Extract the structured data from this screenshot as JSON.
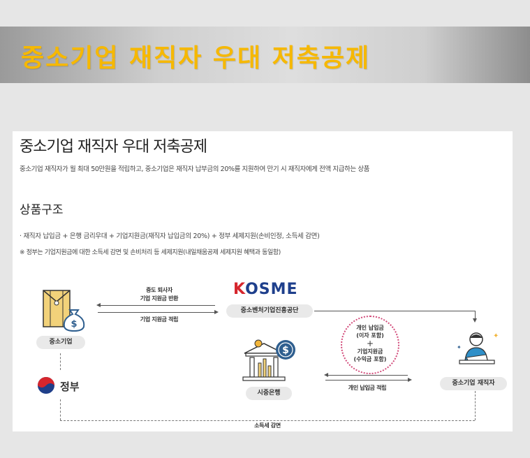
{
  "banner": {
    "title": "중소기업 재직자 우대 저축공제"
  },
  "doc": {
    "title": "중소기업 재직자 우대 저축공제",
    "description": "중소기업 재직자가 월 최대 50만원을 적립하고, 중소기업은 재직자 납부금의 20%를 지원하여 만기 시 재직자에게 전액 지급하는 상품",
    "section_title": "상품구조",
    "bullet": "· 재직자 납입금 + 은행 금리우대 + 기업지원금(재직자 납입금의 20%) + 정부 세제지원(손비인정, 소득세 감면)",
    "note": "※ 정부는 기업지원금에 대한 소득세 감면 및 손비처리 등 세제지원(내일채움공제 세제지원 혜택과 동일함)"
  },
  "diagram": {
    "company_label": "중소기업",
    "government_label": "정부",
    "kosme_logo": "KOSME",
    "kosme_label": "중소벤처기업진흥공단",
    "bank_label": "시중은행",
    "employee_label": "중소기업 재직자",
    "arrow_top_line1": "중도 퇴사자",
    "arrow_top_line2": "기업 지원금 반환",
    "arrow_bottom": "기업 지원금 적립",
    "personal_arrow": "개인 납입금 적립",
    "circle_line1": "개인 납입금",
    "circle_line2": "(이자 포함)",
    "circle_plus": "+",
    "circle_line3": "기업지원금",
    "circle_line4": "(수익금 포함)",
    "tax_label": "소득세 감면"
  },
  "colors": {
    "banner_title": "#f6b800",
    "kosme_blue": "#1e3f8c",
    "kosme_red": "#d6262d",
    "circle_border": "#d24b7a",
    "envelope": "#f2d27a",
    "bag": "#2f5f8f"
  },
  "icons": [
    "envelope-icon",
    "money-bag-icon",
    "government-emblem-icon",
    "bank-building-icon",
    "coin-icon",
    "employee-at-desk-icon"
  ]
}
